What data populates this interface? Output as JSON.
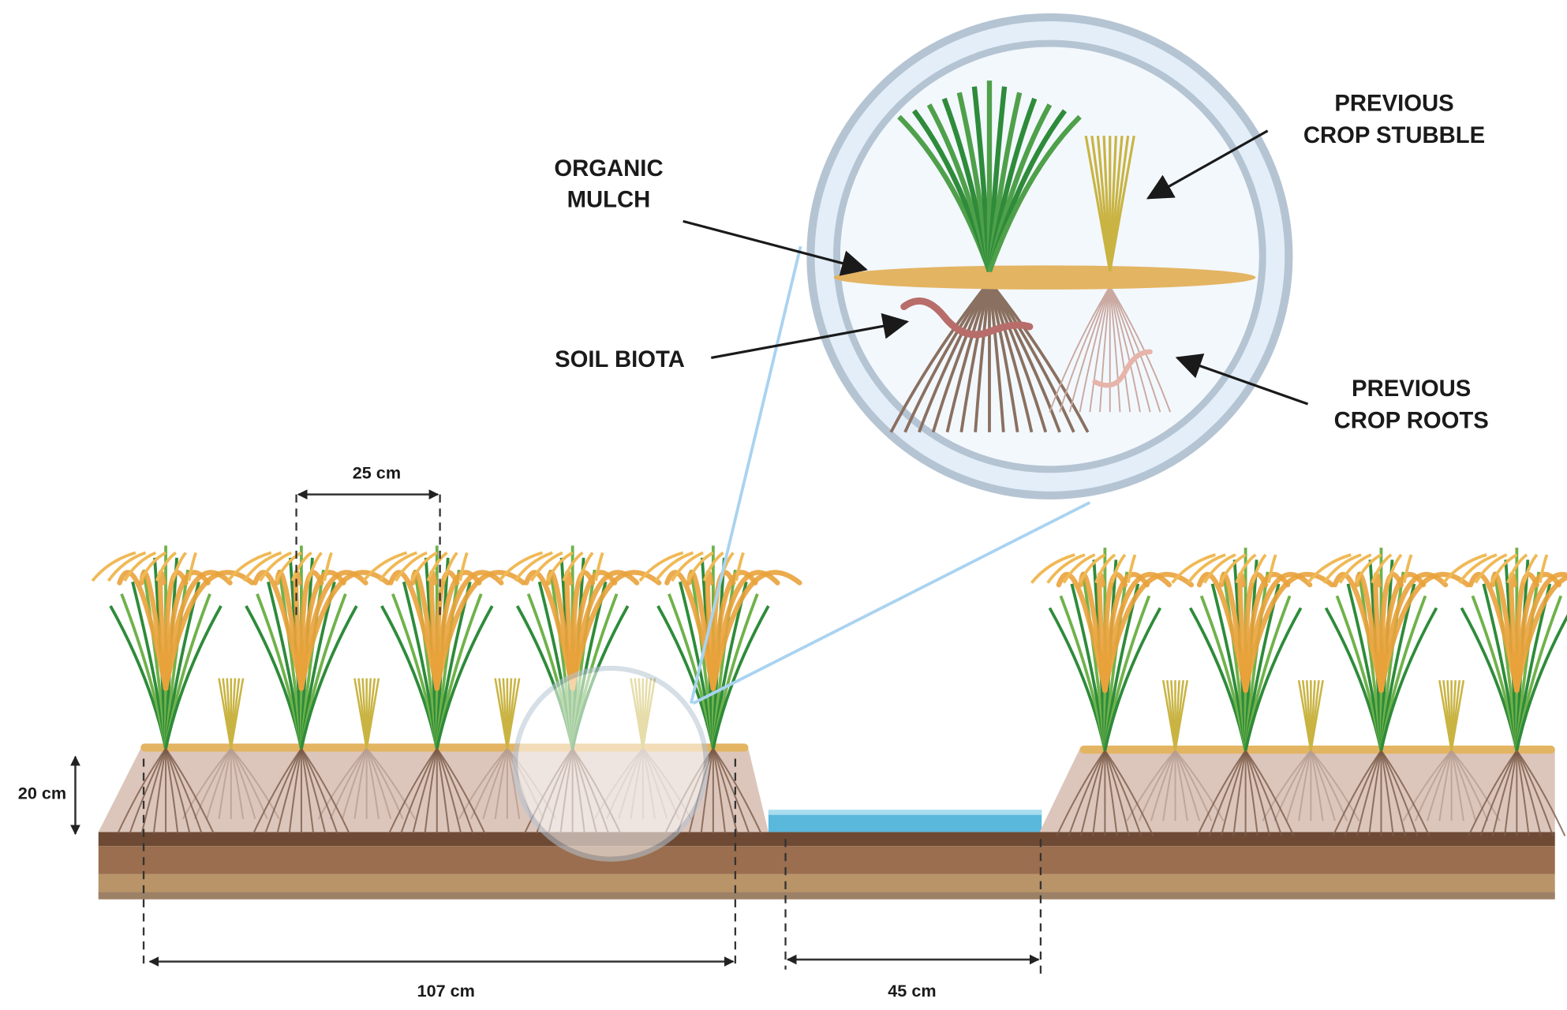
{
  "labels": {
    "organic_mulch": [
      "ORGANIC",
      "MULCH"
    ],
    "previous_crop_stubble": [
      "PREVIOUS",
      "CROP STUBBLE"
    ],
    "soil_biota": "SOIL BIOTA",
    "previous_crop_roots": [
      "PREVIOUS",
      "CROP ROOTS"
    ]
  },
  "dimensions": {
    "plant_spacing": "25 cm",
    "bed_height": "20 cm",
    "bed_width": "107 cm",
    "furrow_width": "45 cm"
  },
  "colors": {
    "grain": "#e9a23b",
    "leaf": "#2e8b3a",
    "leaf_light": "#6fb24a",
    "stubble": "#c9b443",
    "mulch": "#e3b462",
    "bed_soil": "#dcc6bb",
    "water": "#5ab8dc",
    "soil_dark": "#6e4a34",
    "soil_mid": "#9a6e4e",
    "soil_light": "#b89468",
    "lens_ring": "#b5c4d3",
    "lens_fill": "#f3f8fd",
    "zoom_line": "#a9d3f0"
  }
}
